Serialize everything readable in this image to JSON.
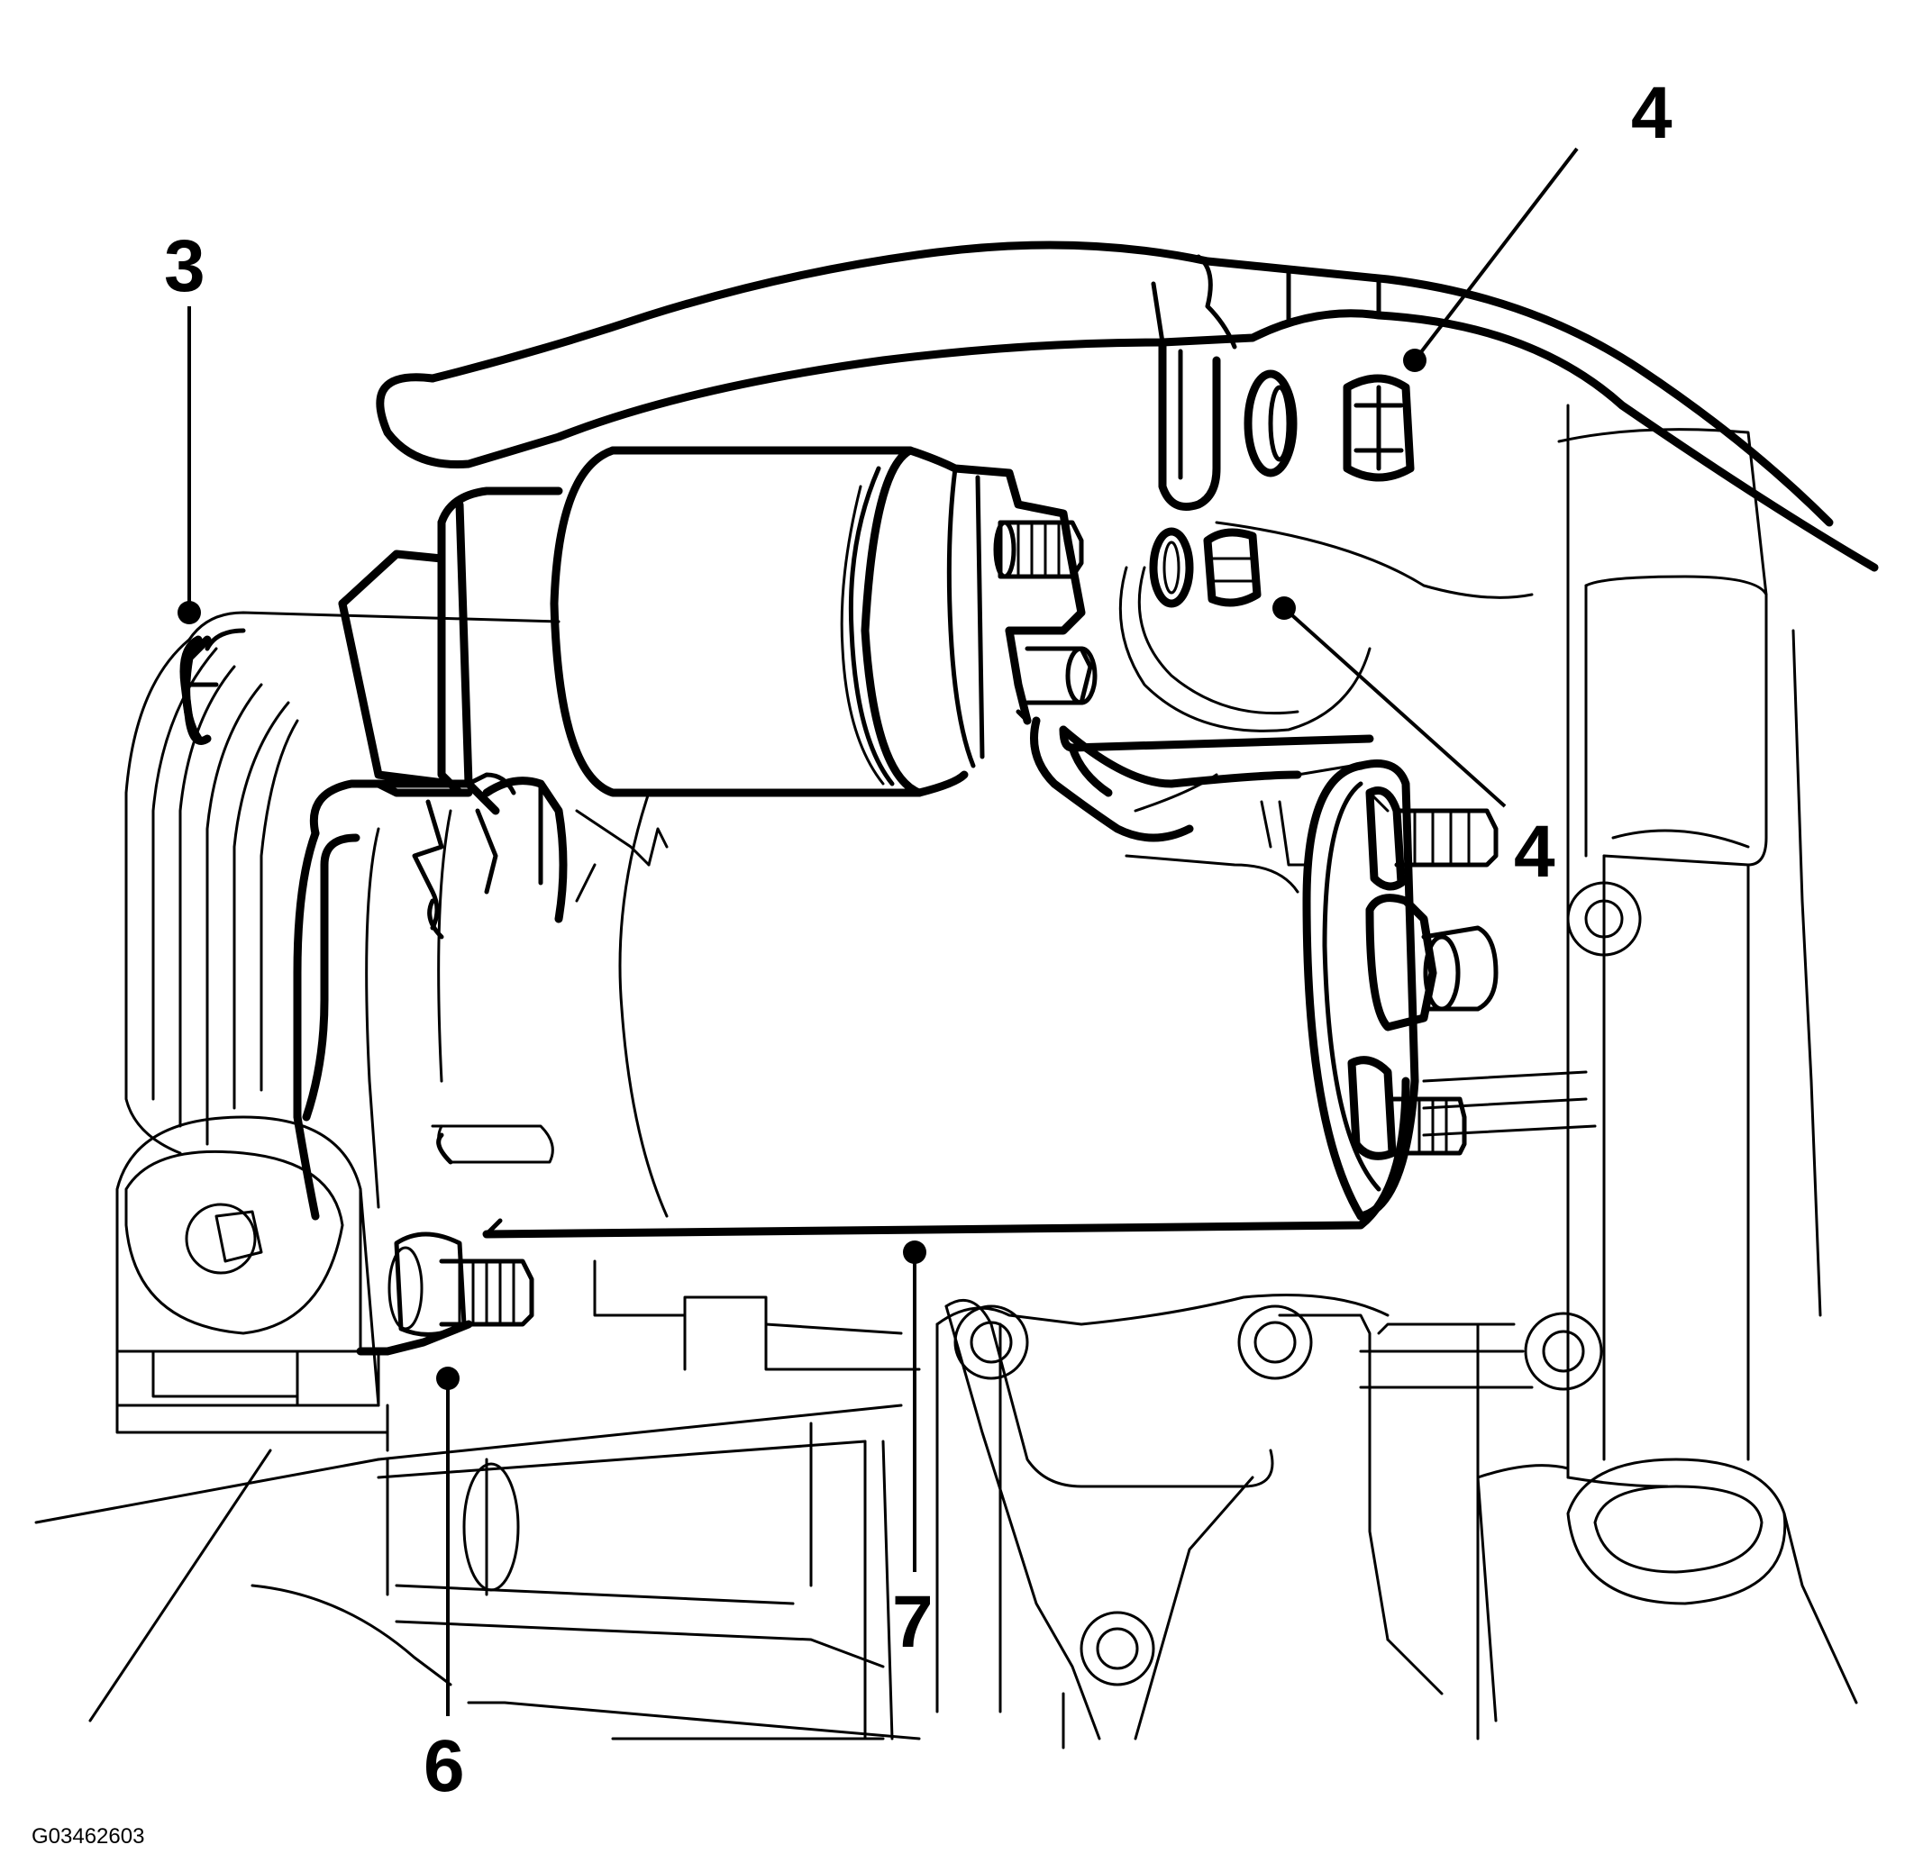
{
  "diagram": {
    "callouts": [
      {
        "id": "c3",
        "label": "3"
      },
      {
        "id": "c4a",
        "label": "4"
      },
      {
        "id": "c4b",
        "label": "4"
      },
      {
        "id": "c6",
        "label": "6"
      },
      {
        "id": "c7",
        "label": "7"
      }
    ],
    "figure_id": "G03462603"
  }
}
